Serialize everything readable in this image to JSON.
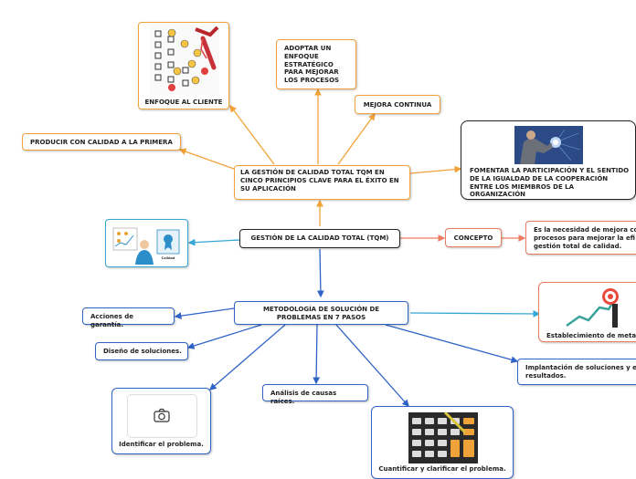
{
  "central": "GESTIÓN DE LA CALIDAD TOTAL (TQM)",
  "principles": {
    "label": "LA GESTIÓN DE CALIDAD TOTAL TQM EN CINCO PRINCIPIOS CLAVE PARA EL ÉXITO EN SU APLICACIÓN",
    "items": {
      "enfoque_cliente": "ENFOQUE AL CLIENTE",
      "enfoque_estrategico": "ADOPTAR UN ENFOQUE ESTRATÉGICO PARA MEJORAR LOS PROCESOS",
      "mejora_continua": "MEJORA CONTINUA",
      "producir_calidad": "PRODUCIR CON CALIDAD A LA PRIMERA",
      "participacion": "FOMENTAR LA PARTICIPACIÓN Y EL SENTIDO DE LA IGUALDAD DE LA COOPERACIÓN ENTRE LOS MIEMBROS DE LA ORGANIZACIÓN"
    }
  },
  "concept": {
    "label": "CONCEPTO",
    "definition": "Es la necesidad de mejora co procesos para mejorar la efi gestión total de calidad."
  },
  "methodology": {
    "label": "METODOLOGÍA DE SOLUCIÓN DE PROBLEMAS EN 7 PASOS",
    "steps": {
      "acciones_garantia": "Acciones de garantía.",
      "diseno_soluciones": "Diseño de soluciones.",
      "identificar": "Identificar el problema.",
      "analisis_causas": "Análisis de causas raíces.",
      "cuantificar": "Cuantificar y clarificar el problema.",
      "implantacion": "Implantación de soluciones y e resultados.",
      "establecimiento_metas": "Establecimiento de metas"
    }
  },
  "images": {
    "checklist_caption": "",
    "quality_badge_text": "Calidad"
  },
  "colors": {
    "orange": "#f2a23a",
    "blue": "#2f64c6",
    "teal": "#35a7d4",
    "red": "#ea7c62"
  }
}
